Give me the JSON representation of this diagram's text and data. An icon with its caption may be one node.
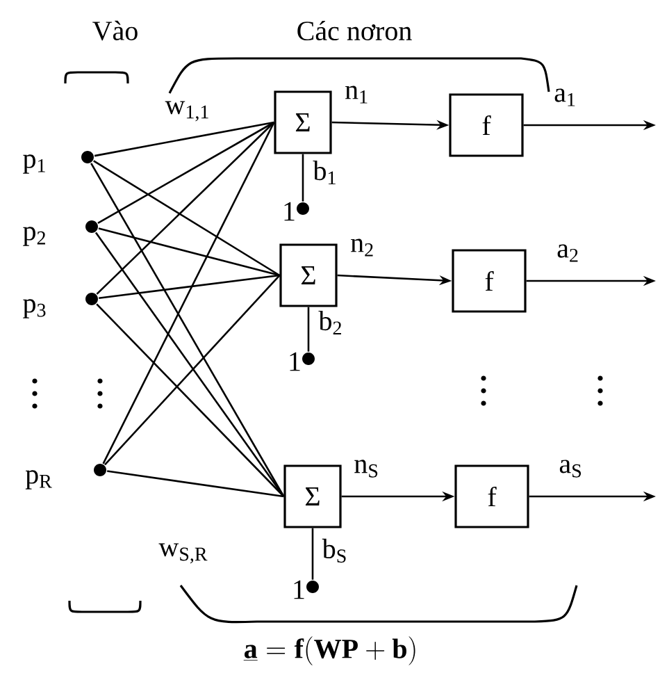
{
  "diagram": {
    "caption": "\\underline{\\mathbf{a}} = \\mathbf{f(WP+b)}",
    "nodes": [
      {
        "text": [],
        "shape": "circle",
        "beside": [
          "p$_{1}$"
        ]
      },
      {
        "text": [],
        "shape": "circle",
        "beside": [
          "p$_{2}$"
        ]
      },
      {
        "text": [],
        "shape": "circle",
        "beside": [
          "p$_{3}$"
        ]
      },
      {
        "text": [],
        "shape": "circle",
        "beside": [
          "p$_{R}$"
        ]
      },
      {
        "text": [
          "Σ"
        ]
      },
      {
        "text": [
          "Σ"
        ]
      },
      {
        "text": [
          "Σ"
        ]
      },
      {
        "text": [
          "f"
        ]
      },
      {
        "text": [
          "f"
        ]
      },
      {
        "text": [
          "f"
        ]
      },
      {
        "text": [],
        "shape": "circle",
        "beside": [
          "1"
        ]
      },
      {
        "text": [],
        "shape": "circle",
        "beside": [
          "1"
        ]
      },
      {
        "text": [],
        "shape": "circle",
        "beside": [
          "1"
        ]
      }
    ],
    "edges": [
      {
        "from": 0,
        "to": 4,
        "arrow": "none"
      },
      {
        "from": 0,
        "to": 5,
        "arrow": "none"
      },
      {
        "from": 0,
        "to": 6,
        "arrow": "none"
      },
      {
        "from": 1,
        "to": 4,
        "arrow": "none"
      },
      {
        "from": 1,
        "to": 5,
        "arrow": "none"
      },
      {
        "from": 1,
        "to": 6,
        "arrow": "none"
      },
      {
        "from": 2,
        "to": 4,
        "arrow": "none"
      },
      {
        "from": 2,
        "to": 5,
        "arrow": "none"
      },
      {
        "from": 2,
        "to": 6,
        "arrow": "none"
      },
      {
        "from": 3,
        "to": 4,
        "arrow": "none"
      },
      {
        "from": 3,
        "to": 5,
        "arrow": "none"
      },
      {
        "from": 3,
        "to": 6,
        "arrow": "none"
      },
      {
        "from": 4,
        "to": 7,
        "arrow": "to",
        "label": "n$_{1}$"
      },
      {
        "from": 5,
        "to": 8,
        "arrow": "to",
        "label": "n$_{2}$"
      },
      {
        "from": 6,
        "to": 9,
        "arrow": "to",
        "label": "n$_{S}$"
      },
      {
        "from": 10,
        "to": 4,
        "arrow": "none",
        "label": "b$_{1}$"
      },
      {
        "from": 11,
        "to": 5,
        "arrow": "none",
        "label": "b$_{2}$"
      },
      {
        "from": 12,
        "to": 6,
        "arrow": "none",
        "label": "b$_{S}$"
      },
      {
        "from": 7,
        "to": null,
        "arrow": "to",
        "label": "a$_{1}$"
      },
      {
        "from": 8,
        "to": null,
        "arrow": "to",
        "label": "a$_{2}$"
      },
      {
        "from": 9,
        "to": null,
        "arrow": "to",
        "label": "a$_{S}$"
      }
    ],
    "labels": [
      "Vào",
      "Các nơron",
      "w$_{1,1}$",
      "w$_{S,R}$"
    ]
  }
}
